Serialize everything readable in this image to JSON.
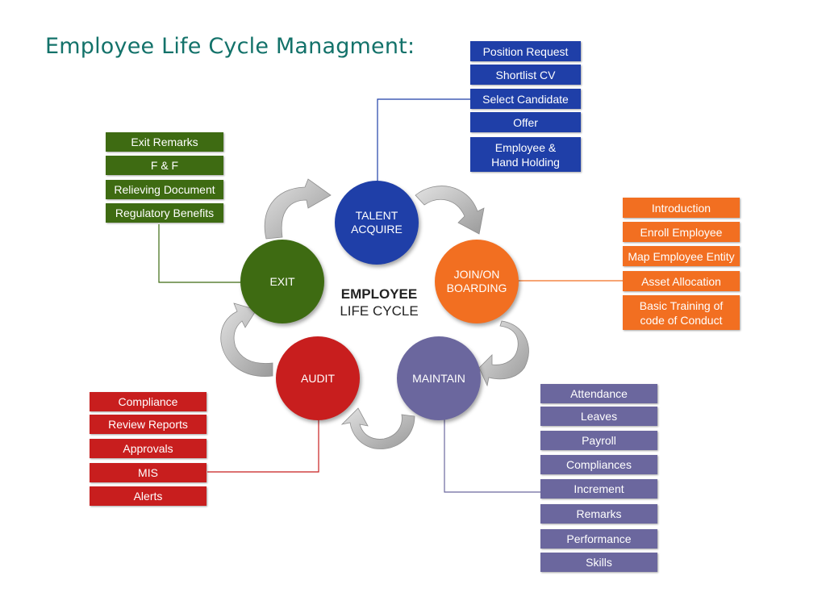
{
  "title": "Employee Life Cycle Managment:",
  "center": {
    "line1": "EMPLOYEE",
    "line2": "LIFE CYCLE"
  },
  "colors": {
    "teal": "#13726a",
    "blue": "#1f3fa8",
    "orange": "#f26f21",
    "purple": "#6b679e",
    "red": "#c81e1e",
    "green": "#3e6b12",
    "arrow": "#c9c9c9"
  },
  "stages": {
    "talent": "TALENT\nACQUIRE",
    "join": "JOIN/ON\nBOARDING",
    "maintain": "MAINTAIN",
    "audit": "AUDIT",
    "exit": "EXIT"
  },
  "talent_items": [
    "Position Request",
    "Shortlist CV",
    "Select Candidate",
    "Offer",
    "Employee &\nHand Holding"
  ],
  "join_items": [
    "Introduction",
    "Enroll Employee",
    "Map Employee Entity",
    "Asset Allocation",
    "Basic Training of\ncode of Conduct"
  ],
  "maintain_items": [
    "Attendance",
    "Leaves",
    "Payroll",
    "Compliances",
    "Increment",
    "Remarks",
    "Performance",
    "Skills"
  ],
  "audit_items": [
    "Compliance",
    "Review Reports",
    "Approvals",
    "MIS",
    "Alerts"
  ],
  "exit_items": [
    "Exit Remarks",
    "F & F",
    "Relieving Document",
    "Regulatory Benefits"
  ]
}
